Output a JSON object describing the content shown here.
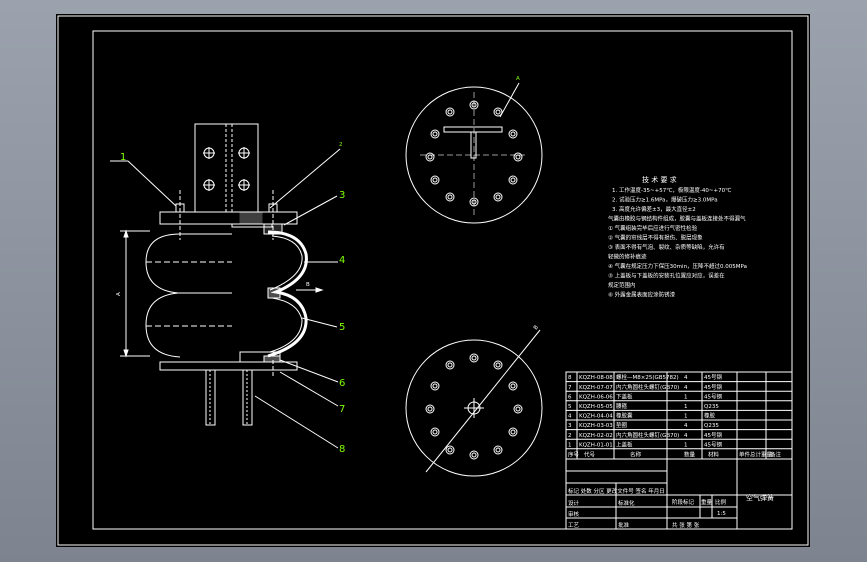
{
  "colors": {
    "sheet": "#000000",
    "line": "#ffffff",
    "callout": "#7fff00",
    "accent": "#ff3333",
    "tint": "#c8cfd8"
  },
  "callouts": [
    "1",
    "2",
    "3",
    "4",
    "5",
    "6",
    "7",
    "8"
  ],
  "dimension_marks": [
    "A",
    "B"
  ],
  "tech_title": "技 术 要 求",
  "tech_lines": [
    "1. 工作温度-35~+57℃，极限温度-40~+70℃",
    "2. 试验压力≥1.6MPa，爆破压力≥3.0MPa",
    "3. 高度允许偏差±3，最大直径±2",
    "气囊由橡胶与钢结构件组成，胶囊与盖板连接处不得漏气",
    "① 气囊组装完毕后应进行气密性检验",
    "② 气囊的帘线层不得有损伤、脱层现象",
    "③ 表面不得有气泡、裂纹、杂质等缺陷，允许有",
    "轻微的修补痕迹",
    "④ 气囊在规定压力下保压30min，压降不超过0.005MPa",
    "⑤ 上盖板与下盖板的安装孔位置应对应，误差在",
    "规定范围内",
    "⑥ 外露金属表面应涂防锈漆"
  ],
  "bom": {
    "rows": [
      {
        "no": "8",
        "code": "KQZH-08-08",
        "name": "螺栓—M8×25(GB5782)",
        "qty": "4",
        "material": "45号钢"
      },
      {
        "no": "7",
        "code": "KQZH-07-07",
        "name": "内六角圆柱头螺钉(GB70)",
        "qty": "4",
        "material": "45号钢"
      },
      {
        "no": "6",
        "code": "KQZH-06-06",
        "name": "下盖板",
        "qty": "1",
        "material": "45号钢"
      },
      {
        "no": "5",
        "code": "KQZH-05-05",
        "name": "腰箍",
        "qty": "1",
        "material": "Q235"
      },
      {
        "no": "4",
        "code": "KQZH-04-04",
        "name": "橡胶囊",
        "qty": "1",
        "material": "橡胶"
      },
      {
        "no": "3",
        "code": "KQZH-03-03",
        "name": "垫圈",
        "qty": "4",
        "material": "Q235"
      },
      {
        "no": "2",
        "code": "KQZH-02-02",
        "name": "内六角圆柱头螺钉(GB70)",
        "qty": "4",
        "material": "45号钢"
      },
      {
        "no": "1",
        "code": "KQZH-01-01",
        "name": "上盖板",
        "qty": "1",
        "material": "45号钢"
      }
    ],
    "header": {
      "no": "序号",
      "code": "代号",
      "name": "名称",
      "qty": "数量",
      "material": "材料",
      "weight": "单件总计重量",
      "note": "备注"
    }
  },
  "title_block": {
    "drawing_title": "空气弹簧",
    "stage": "阶段标记",
    "weight": "重量",
    "scale": "比例",
    "scale_value": "1:5",
    "sheet": "共 张 第 张",
    "mark": "标记 处数 分区 更改文件号 签名 年月日",
    "design": "设计",
    "standard": "标准化",
    "review": "审核",
    "process": "工艺",
    "approve": "批准"
  }
}
